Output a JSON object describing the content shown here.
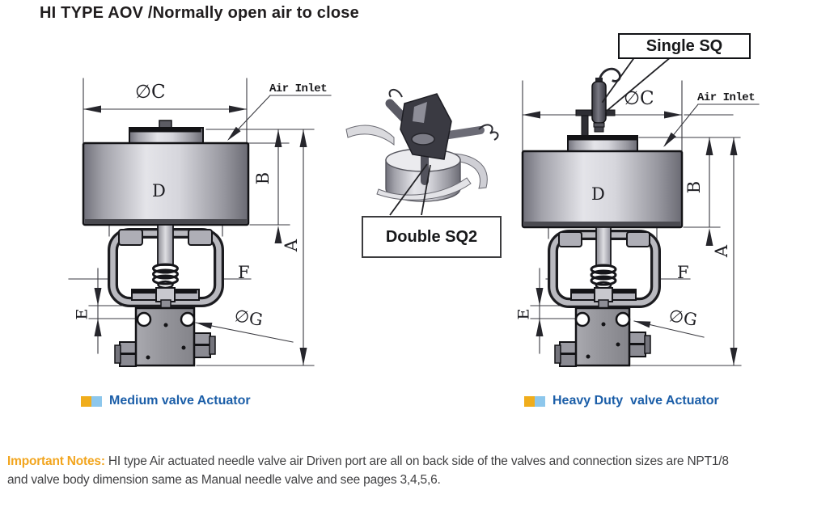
{
  "page": {
    "title": "HI TYPE AOV /Normally open air to close"
  },
  "callouts": {
    "single_sq": "Single SQ",
    "double_sq2": "Double SQ2"
  },
  "dim_labels": {
    "dia_c": "∅C",
    "air_inlet": "Air Inlet",
    "d": "D",
    "b": "B",
    "a": "A",
    "f": "F",
    "e": "E",
    "dia_g": "∅G"
  },
  "legend": {
    "medium": "Medium valve Actuator",
    "heavy": "Heavy Duty  valve Actuator"
  },
  "notes": {
    "label": "Important Notes:",
    "line1": " HI type Air actuated needle valve air Driven port are all on back side of the valves and connection sizes are NPT1/8",
    "line2": "and valve body dimension same as Manual needle valve and see pages 3,4,5,6."
  },
  "colors": {
    "caption_blue": "#1b5ea8",
    "notes_orange": "#f2a51e",
    "legend_yellow": "#f0ad1c",
    "legend_light_blue": "#8dc7ec",
    "line_dark": "#3a3a40"
  }
}
